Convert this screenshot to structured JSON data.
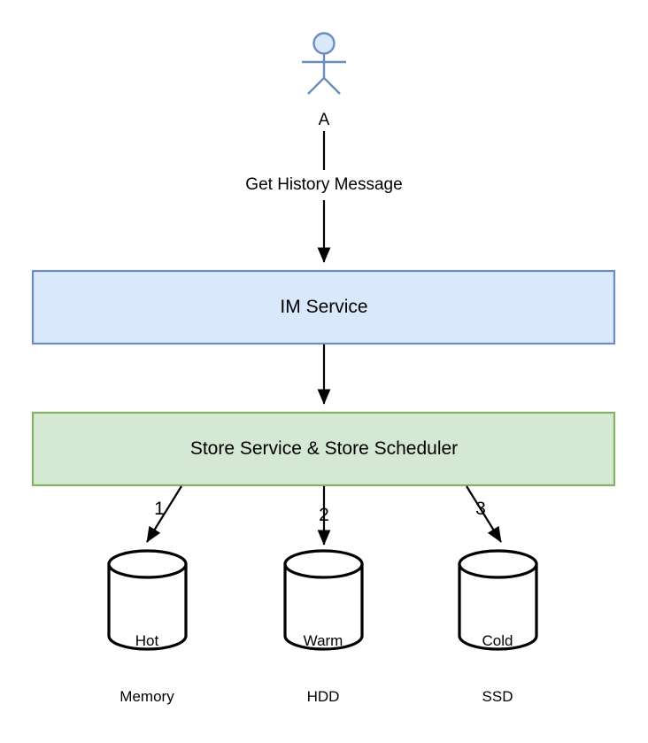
{
  "diagram": {
    "type": "architecture-flow-diagram",
    "title": "IM history message storage flow",
    "background_color": "#ffffff"
  },
  "actor": {
    "name": "user-actor",
    "label": "A",
    "fill_color": "#dae8fc",
    "stroke_color": "#6c8ebf"
  },
  "nodes": [
    {
      "id": "im-service",
      "label": "IM Service",
      "shape": "rectangle",
      "fill_color": "#dae8fc",
      "stroke_color": "#6c8ebf"
    },
    {
      "id": "store-service",
      "label": "Store Service & Store Scheduler",
      "shape": "rectangle",
      "fill_color": "#d5e8d4",
      "stroke_color": "#82b366"
    }
  ],
  "datastores": [
    {
      "id": "hot-memory",
      "line1": "Hot",
      "line2": "Memory",
      "shape": "cylinder",
      "fill_color": "#ffffff",
      "stroke_color": "#000000"
    },
    {
      "id": "warm-hdd",
      "line1": "Warm",
      "line2": "HDD",
      "shape": "cylinder",
      "fill_color": "#ffffff",
      "stroke_color": "#000000"
    },
    {
      "id": "cold-ssd",
      "line1": "Cold",
      "line2": "SSD",
      "shape": "cylinder",
      "fill_color": "#ffffff",
      "stroke_color": "#000000"
    }
  ],
  "edges": [
    {
      "id": "actor-to-im-service",
      "label": "Get History Message",
      "from": "user-actor",
      "to": "im-service"
    },
    {
      "id": "im-service-to-store-service",
      "label": "",
      "from": "im-service",
      "to": "store-service"
    },
    {
      "id": "store-service-to-hot-memory",
      "label": "1",
      "from": "store-service",
      "to": "hot-memory"
    },
    {
      "id": "store-service-to-warm-hdd",
      "label": "2",
      "from": "store-service",
      "to": "warm-hdd"
    },
    {
      "id": "store-service-to-cold-ssd",
      "label": "3",
      "from": "store-service",
      "to": "cold-ssd"
    }
  ]
}
